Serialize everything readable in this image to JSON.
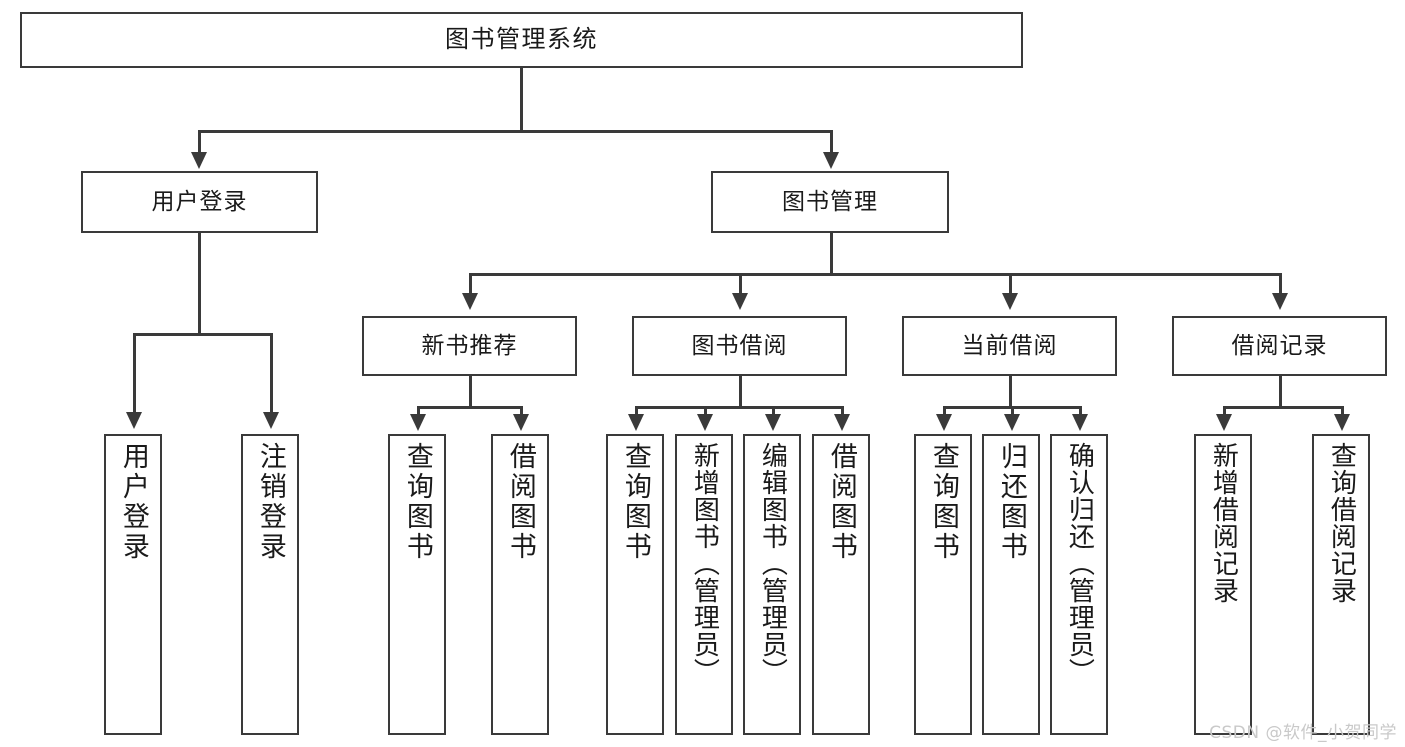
{
  "diagram": {
    "title": "图书管理系统",
    "type": "hierarchy-tree",
    "root": {
      "label": "图书管理系统"
    },
    "level1": [
      {
        "label": "用户登录"
      },
      {
        "label": "图书管理"
      }
    ],
    "level2": [
      {
        "label": "新书推荐"
      },
      {
        "label": "图书借阅"
      },
      {
        "label": "当前借阅"
      },
      {
        "label": "借阅记录"
      }
    ],
    "leaves": {
      "user_login": [
        {
          "label": "用户登录"
        },
        {
          "label": "注销登录"
        }
      ],
      "new_book_recommend": [
        {
          "label": "查询图书"
        },
        {
          "label": "借阅图书"
        }
      ],
      "book_borrow": [
        {
          "label": "查询图书"
        },
        {
          "label": "新增图书（管理员）"
        },
        {
          "label": "编辑图书（管理员）"
        },
        {
          "label": "借阅图书"
        }
      ],
      "current_borrow": [
        {
          "label": "查询图书"
        },
        {
          "label": "归还图书"
        },
        {
          "label": "确认归还（管理员）"
        }
      ],
      "borrow_record": [
        {
          "label": "新增借阅记录"
        },
        {
          "label": "查询借阅记录"
        }
      ]
    }
  },
  "watermark": {
    "text": "CSDN @软件_小贺同学"
  },
  "colors": {
    "stroke": "#3a3a3a",
    "fill": "#ffffff",
    "text": "#1a1a1a",
    "watermark": "#c9c9c9"
  }
}
